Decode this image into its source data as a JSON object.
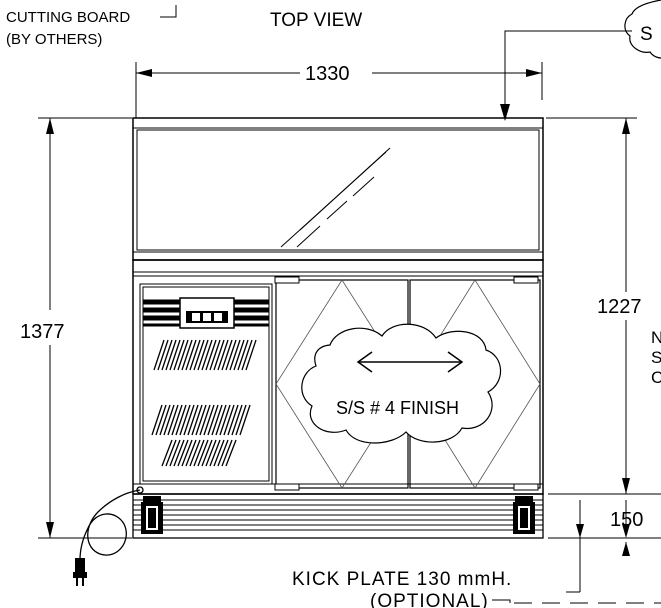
{
  "labels": {
    "cutting_board_line1": "CUTTING BOARD",
    "cutting_board_line2": "(BY OTHERS)",
    "top_view": "TOP VIEW",
    "finish": "S/S # 4 FINISH",
    "kick_plate": "KICK  PLATE  130  mmH.",
    "optional": "(OPTIONAL)",
    "partial_right_top": "S",
    "partial_right_1": "N",
    "partial_right_2": "S",
    "partial_right_3": "C"
  },
  "dimensions": {
    "width": "1330",
    "total_height": "1377",
    "cabinet_height": "1227",
    "base_height": "150"
  }
}
